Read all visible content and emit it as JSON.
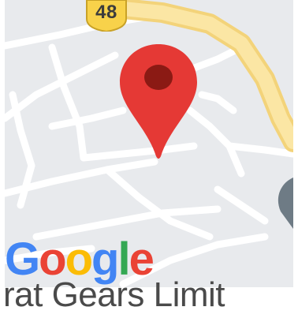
{
  "map": {
    "route_shield": {
      "number": "48",
      "color": "#f8d24a"
    },
    "marker": {
      "icon": "map-pin-icon",
      "color": "#e53935",
      "dot_color": "#8b1a14"
    },
    "colors": {
      "background": "#e8eaed",
      "road": "#ffffff",
      "highway": "#fce8a8"
    }
  },
  "logo": {
    "letters": [
      {
        "char": "G",
        "color": "#4285f4"
      },
      {
        "char": "o",
        "color": "#ea4335"
      },
      {
        "char": "o",
        "color": "#fbbc05"
      },
      {
        "char": "g",
        "color": "#4285f4"
      },
      {
        "char": "l",
        "color": "#34a853"
      },
      {
        "char": "e",
        "color": "#ea4335"
      }
    ]
  },
  "place_label": "rat Gears Limit"
}
